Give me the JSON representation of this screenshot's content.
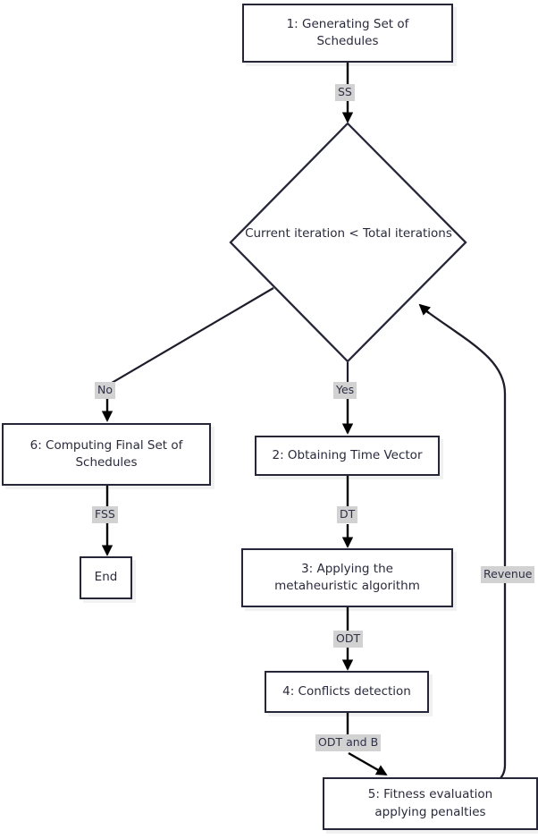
{
  "diagram": {
    "title": "Scheduling metaheuristic flowchart",
    "colors": {
      "node_border": "#262639",
      "node_fill": "#ffffff",
      "edge_stroke": "#000000",
      "label_background": "#d2d2d2",
      "text": "#2a2a3c"
    },
    "nodes": [
      {
        "id": "n1",
        "shape": "rectangle",
        "line1": "1: Generating Set of",
        "line2": "Schedules"
      },
      {
        "id": "n_decision",
        "shape": "diamond",
        "line1": "Current iteration < Total",
        "line2": "iterations"
      },
      {
        "id": "n6",
        "shape": "rectangle",
        "line1": "6: Computing Final Set of",
        "line2": "Schedules"
      },
      {
        "id": "n_end",
        "shape": "rectangle",
        "line1": "End",
        "line2": ""
      },
      {
        "id": "n2",
        "shape": "rectangle",
        "line1": "2: Obtaining Time Vector",
        "line2": ""
      },
      {
        "id": "n3",
        "shape": "rectangle",
        "line1": "3: Applying the",
        "line2": "metaheuristic algorithm"
      },
      {
        "id": "n4",
        "shape": "rectangle",
        "line1": "4: Conflicts detection",
        "line2": ""
      },
      {
        "id": "n5",
        "shape": "rectangle",
        "line1": "5: Fitness evaluation",
        "line2": "applying penalties"
      }
    ],
    "edges": [
      {
        "id": "e1",
        "from": "n1",
        "to": "n_decision",
        "label": "SS"
      },
      {
        "id": "e2",
        "from": "n_decision",
        "to": "n6",
        "label": "No"
      },
      {
        "id": "e3",
        "from": "n_decision",
        "to": "n2",
        "label": "Yes"
      },
      {
        "id": "e4",
        "from": "n6",
        "to": "n_end",
        "label": "FSS"
      },
      {
        "id": "e5",
        "from": "n2",
        "to": "n3",
        "label": "DT"
      },
      {
        "id": "e6",
        "from": "n3",
        "to": "n4",
        "label": "ODT"
      },
      {
        "id": "e7",
        "from": "n4",
        "to": "n5",
        "label": "ODT and B"
      },
      {
        "id": "e8",
        "from": "n5",
        "to": "n_decision",
        "label": "Revenue"
      }
    ]
  }
}
